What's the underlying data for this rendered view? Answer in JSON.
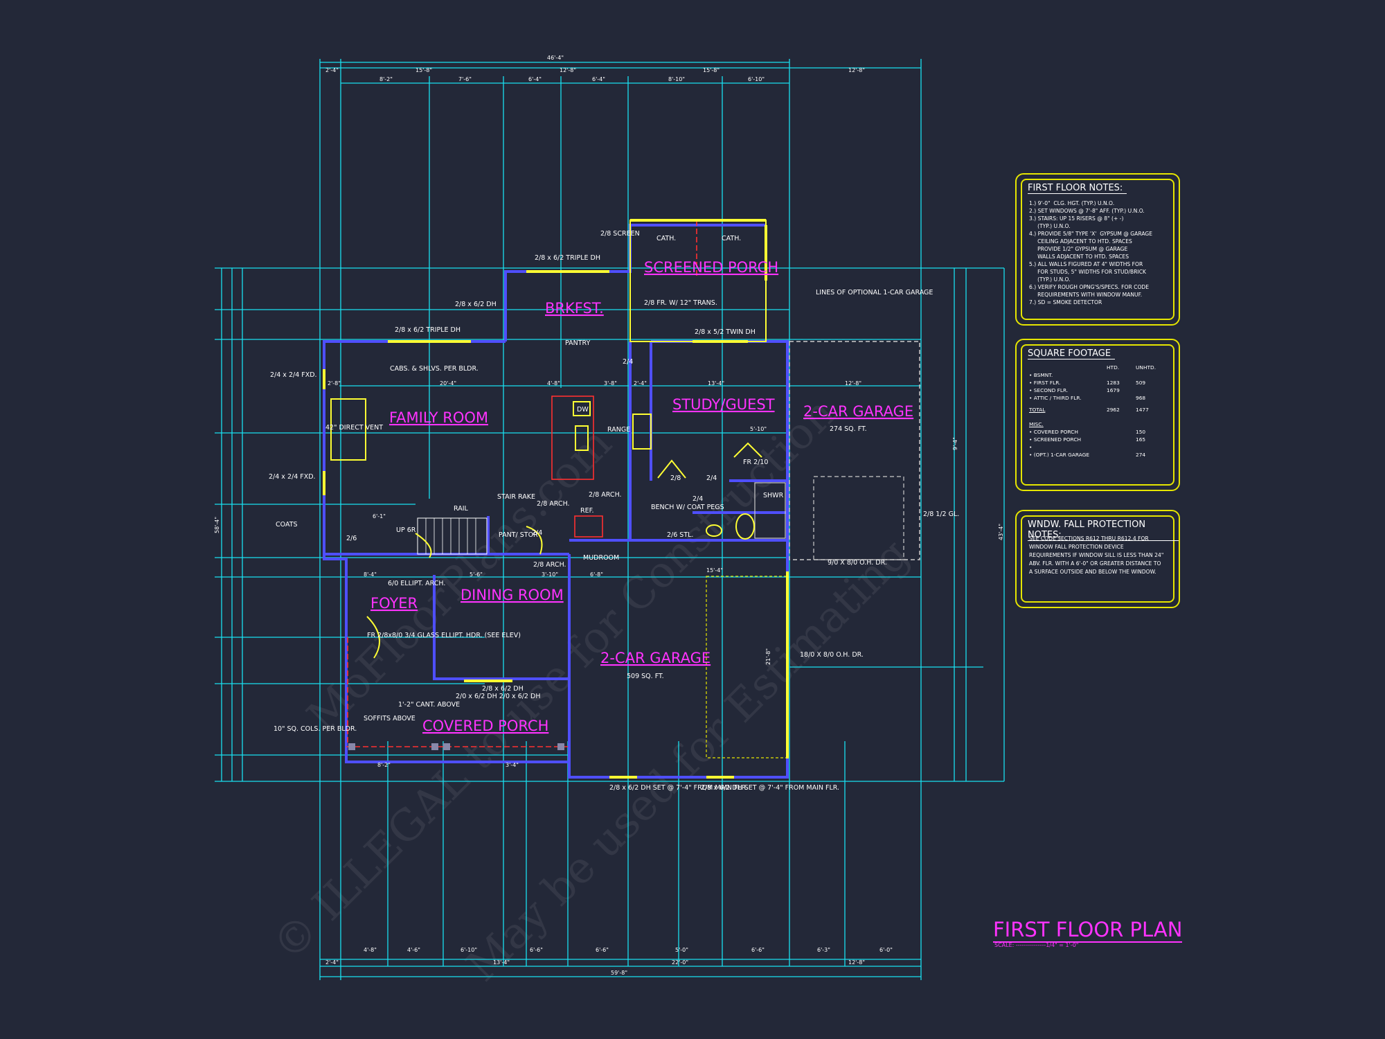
{
  "plan_title": "FIRST FLOOR PLAN",
  "scale": "SCALE: ---------------1/4\" = 1'-0\"",
  "watermark": [
    "© ILLEGAL to use for Construction",
    "May be used for Estimating",
    "MoFloorPlans.com"
  ],
  "rooms": {
    "brkfst": "BRKFST.",
    "screened_porch": "SCREENED PORCH",
    "family_room": "FAMILY ROOM",
    "study_guest": "STUDY/GUEST",
    "garage_right": "2-CAR GARAGE",
    "garage_right_sqft": "274 SQ. FT.",
    "foyer": "FOYER",
    "dining_room": "DINING ROOM",
    "garage_main": "2-CAR GARAGE",
    "garage_main_sqft": "509 SQ. FT.",
    "covered_porch": "COVERED PORCH",
    "mudroom": "MUDROOM",
    "pant_stor": "PANT/ STOR"
  },
  "labels": {
    "triple_dh_top": "2/8 x 6/2 TRIPLE DH",
    "screen": "2/8 SCREEN",
    "cath1": "CATH.",
    "cath2": "CATH.",
    "dh_brkfst": "2/8 x 6/2 DH",
    "fr_trans": "2/8 FR. W/ 12\" TRANS.",
    "triple_dh_left": "2/8 x 6/2 TRIPLE DH",
    "pantry": "PANTRY",
    "twin_dh": "2/8 x 5/2 TWIN DH",
    "lines_optional": "LINES OF OPTIONAL 1-CAR GARAGE",
    "fxd1": "2/4 x 2/4 FXD.",
    "cabs": "CABS. & SHLVS. PER BLDR.",
    "direct_vent": "42\" DIRECT VENT",
    "fxd2": "2/4 x 2/4 FXD.",
    "coats": "COATS",
    "rail": "RAIL",
    "stair_rake": "STAIR RAKE",
    "arch1": "2/8 ARCH.",
    "arch2": "2/8 ARCH.",
    "arch3": "2/8 ARCH.",
    "ref": "REF.",
    "range": "RANGE",
    "dw": "DW",
    "bench": "BENCH W/ COAT PEGS",
    "stl": "2/6 STL.",
    "fr_210": "FR 2/10",
    "shwr": "SHWR",
    "up_6r": "UP 6R",
    "ellipt": "6/0 ELLIPT. ARCH.",
    "fr_door": "FR 2/8x8/0 3/4 GLASS ELLIPT. HDR. (SEE ELEV)",
    "dh_dining": "2/8 x 6/2 DH",
    "dh_pair": "2/0 x 6/2 DH   2/0 x 6/2 DH",
    "cant": "1'-2\" CANT. ABOVE",
    "soffits": "SOFFITS ABOVE",
    "cols": "10\" SQ. COLS. PER BLDR.",
    "ohdr_small": "9/0 X 8/0 O.H. DR.",
    "ohdr_big": "18/0 X 8/0 O.H. DR.",
    "gl": "2/8 1/2 GL.",
    "dh_bottom1": "2/8 x 6/2 DH SET @ 7'-4\" FROM MAIN FLR.",
    "dh_bottom2": "2/8 x 6/2 DH SET @ 7'-4\" FROM MAIN FLR.",
    "d26": "2/6",
    "d24a": "2/4",
    "d24b": "2/4",
    "d28": "2/8",
    "d24c": "2/4",
    "d24d": "2/4"
  },
  "dimensions": {
    "top_overall": "46'-4\"",
    "top_segments": [
      "2'-4\"",
      "15'-8\"",
      "12'-8\"",
      "15'-8\"",
      "12'-8\""
    ],
    "top_segments2": [
      "8'-2\"",
      "7'-6\"",
      "6'-4\"",
      "6'-4\"",
      "8'-10\"",
      "6'-10\""
    ],
    "bottom_overall": "59'-8\"",
    "bottom_segments": [
      "2'-4\"",
      "13'-4\"",
      "22'-0\"",
      "12'-8\""
    ],
    "bottom_segments2": [
      "4'-8\"",
      "4'-6\"",
      "6'-10\"",
      "6'-6\"",
      "6'-6\"",
      "5'-0\"",
      "6'-6\"",
      "6'-3\"",
      "6'-0\""
    ],
    "left_overall": "58'-4\"",
    "right_overall": "43'-4\"",
    "inner": [
      "2'-8\"",
      "20'-4\"",
      "4'-8\"",
      "3'-8\"",
      "2'-4\"",
      "13'-4\"",
      "12'-8\"",
      "5'-10\"",
      "6'-1\"",
      "8'-4\"",
      "5'-6\"",
      "3'-10\"",
      "6'-8\"",
      "15'-4\"",
      "8'-2\"",
      "3'-4\"",
      "9'-4\"",
      "21'-8\""
    ]
  },
  "notes": {
    "first_floor": {
      "title": "FIRST FLOOR NOTES:",
      "items": [
        "1.) 9'-0\"  CLG. HGT. (TYP.) U.N.O.",
        "2.) SET WINDOWS @ 7'-8\" AFF. (TYP.) U.N.O.",
        "3.) STAIRS: UP 15 RISERS @ 8\" (+ -)",
        "     (TYP.) U.N.O.",
        "4.) PROVIDE 5/8\" TYPE 'X'  GYPSUM @ GARAGE",
        "     CEILING ADJACENT TO HTD. SPACES",
        "     PROVIDE 1/2\" GYPSUM @ GARAGE",
        "     WALLS ADJACENT TO HTD. SPACES",
        "5.) ALL WALLS FIGURED AT 4\" WIDTHS FOR",
        "     FOR STUDS, 5\" WIDTHS FOR STUD/BRICK",
        "     (TYP.) U.N.O.",
        "6.) VERIFY ROUGH OPNG'S/SPECS. FOR CODE",
        "     REQUIREMENTS WITH WINDOW MANUF.",
        "7.) SD = SMOKE DETECTOR"
      ]
    },
    "square_footage": {
      "title": "SQUARE FOOTAGE",
      "col_htd": "HTD.",
      "col_unhtd": "UNHTD.",
      "rows": [
        {
          "label": "• BSMNT.",
          "htd": "",
          "unhtd": ""
        },
        {
          "label": "• FIRST FLR.",
          "htd": "1283",
          "unhtd": "509"
        },
        {
          "label": "• SECOND FLR.",
          "htd": "1679",
          "unhtd": ""
        },
        {
          "label": "• ATTIC / THIRD FLR.",
          "htd": "",
          "unhtd": "968"
        },
        {
          "label": "TOTAL",
          "htd": "2962",
          "unhtd": "1477"
        }
      ],
      "misc_title": "MISC.",
      "misc_rows": [
        {
          "label": "• COVERED PORCH",
          "value": "150"
        },
        {
          "label": "• SCREENED PORCH",
          "value": "165"
        },
        {
          "label": "•",
          "value": ""
        },
        {
          "label": "• (OPT.) 1-CAR GARAGE",
          "value": "274"
        }
      ]
    },
    "fall_protection": {
      "title": "WNDW. FALL PROTECTION NOTES:",
      "text": "SEE CODE SECTIONS R612 THRU R612.4 FOR WINDOW FALL PROTECTION DEVICE REQUIREMENTS IF WINDOW SILL IS LESS THAN 24\" ABV. FLR. WITH A 6'-0\" OR GREATER DISTANCE TO A SURFACE OUTSIDE AND BELOW THE WINDOW."
    }
  },
  "colors": {
    "background": "#232838",
    "dimension_lines": "#19e0f0",
    "walls": "#4f4fff",
    "room_labels": "#ff33ff",
    "windows": "#ffff33",
    "notes_border": "#e6e600"
  }
}
